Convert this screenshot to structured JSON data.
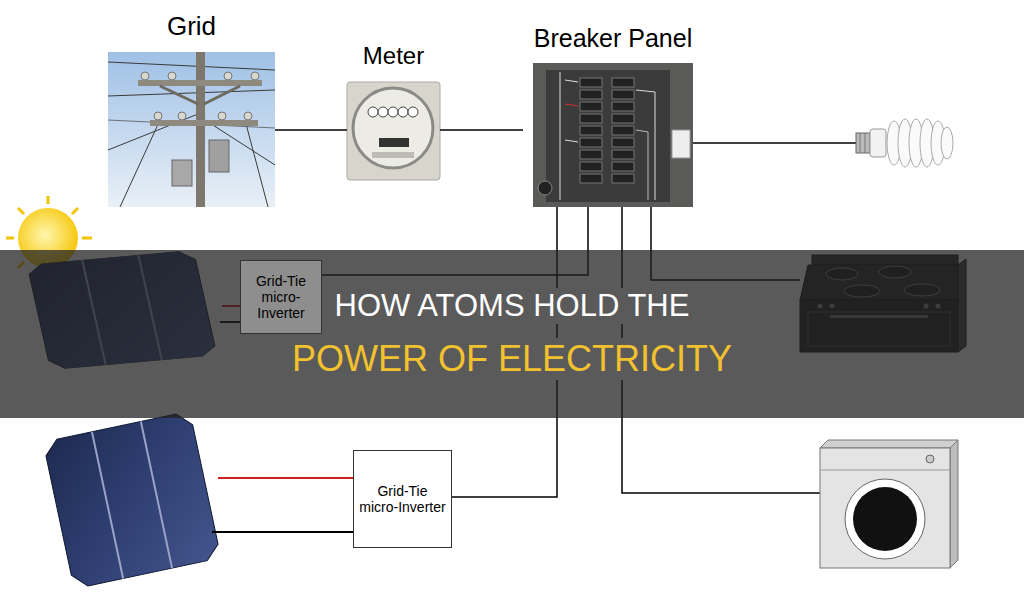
{
  "diagram": {
    "nodes": [
      {
        "text": [
          "Grid"
        ]
      },
      {
        "text": [
          "Meter"
        ]
      },
      {
        "text": [
          "Breaker Panel"
        ]
      },
      {
        "text": [
          "Grid-Tie micro-Inverter"
        ]
      },
      {
        "text": [
          "Grid-Tie micro-Inverter"
        ]
      }
    ],
    "edges": [
      {
        "from": 0,
        "to": 1,
        "arrow": "none"
      },
      {
        "from": 1,
        "to": 2,
        "arrow": "none"
      },
      {
        "from": 2,
        "to": 3,
        "arrow": "none"
      },
      {
        "from": 2,
        "to": 4,
        "arrow": "none"
      }
    ],
    "labels": [
      "HOW ATOMS HOLD THE",
      "POWER OF ELECTRICITY"
    ]
  }
}
